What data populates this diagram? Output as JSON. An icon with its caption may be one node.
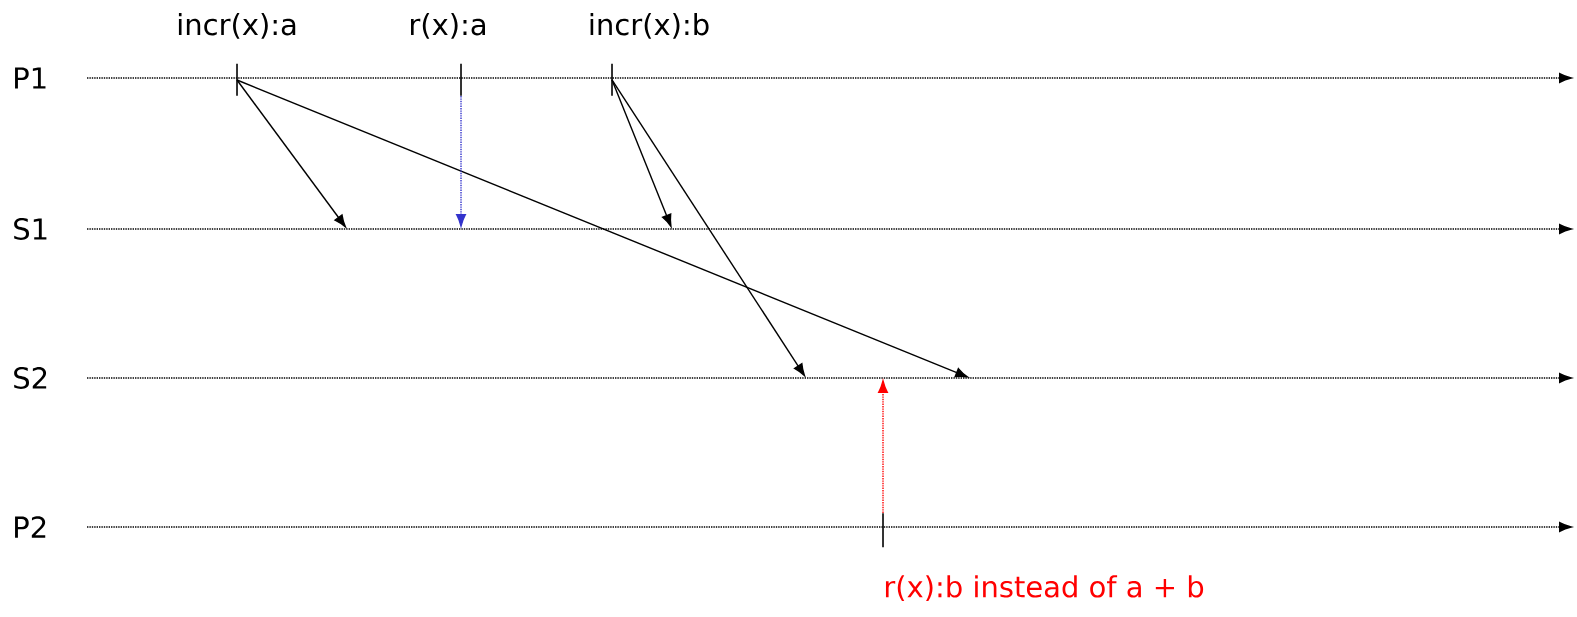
{
  "diagram": {
    "nodes": [
      {
        "text": [
          "P1"
        ]
      },
      {
        "text": [
          "S1"
        ]
      },
      {
        "text": [
          "S2"
        ]
      },
      {
        "text": [
          "P2"
        ]
      },
      {
        "text": [
          "incr(x):a"
        ]
      },
      {
        "text": [
          "r(x):a"
        ]
      },
      {
        "text": [
          "incr(x):b"
        ]
      },
      {
        "text": [
          "r(x):b instead of a + b"
        ]
      }
    ],
    "edges": [
      {
        "from": 0,
        "to": null,
        "arrow": "to",
        "style": "dashed"
      },
      {
        "from": 1,
        "to": null,
        "arrow": "to",
        "style": "dashed"
      },
      {
        "from": 2,
        "to": null,
        "arrow": "to",
        "style": "dashed"
      },
      {
        "from": 3,
        "to": null,
        "arrow": "to",
        "style": "dashed"
      },
      {
        "from": 4,
        "to": null,
        "arrow": "to"
      },
      {
        "from": 4,
        "to": null,
        "arrow": "to"
      },
      {
        "from": 5,
        "to": null,
        "arrow": "to",
        "style": "dashed",
        "color": "#3333cc"
      },
      {
        "from": 6,
        "to": null,
        "arrow": "to"
      },
      {
        "from": 6,
        "to": null,
        "arrow": "to"
      },
      {
        "from": 7,
        "to": null,
        "arrow": "to",
        "style": "dashed",
        "color": "#ff0000"
      }
    ]
  }
}
